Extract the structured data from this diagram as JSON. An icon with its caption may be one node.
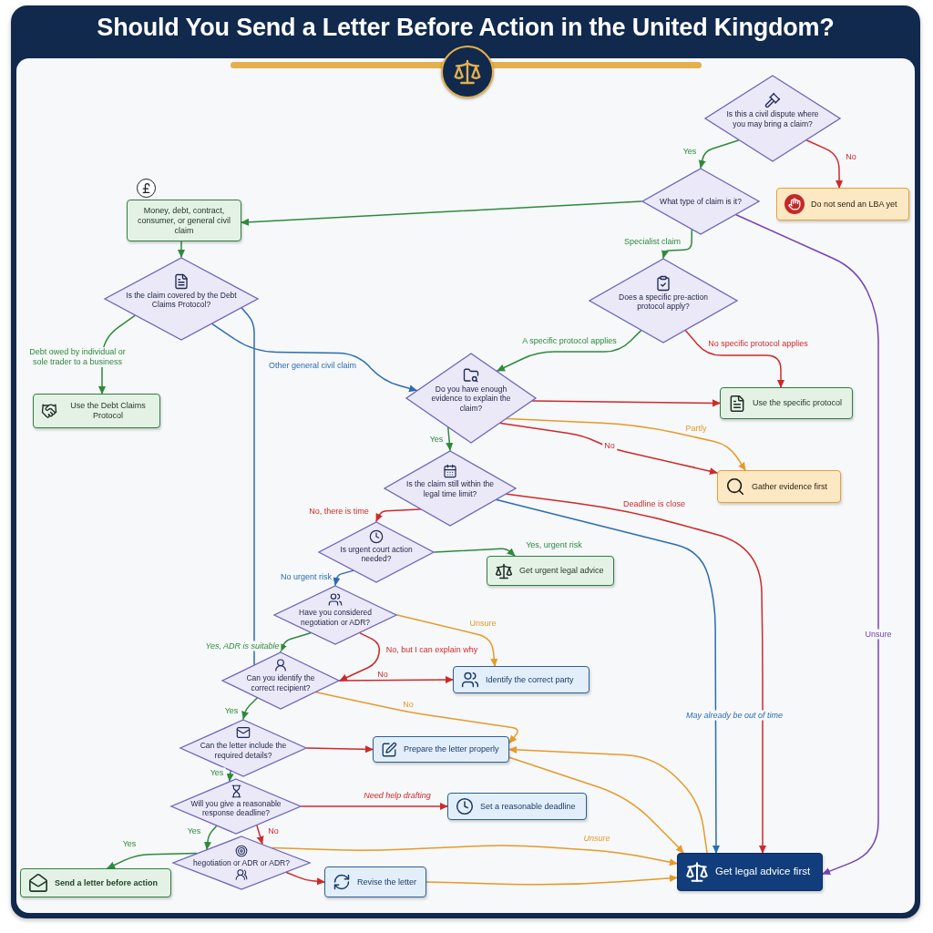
{
  "diagram": {
    "title": "Should You Send a Letter Before Action in the United Kingdom?",
    "nodes": [
      {
        "text": [
          "Is this a civil dispute where you may bring a claim?"
        ]
      },
      {
        "text": [
          "What type of claim is it?"
        ]
      },
      {
        "text": [
          "Do not send an LBA yet"
        ]
      },
      {
        "text": [
          "Money, debt, contract, consumer, or general civil claim"
        ]
      },
      {
        "text": [
          "Is the claim covered by the Debt Claims Protocol?"
        ]
      },
      {
        "text": [
          "Does a specific pre-action protocol apply?"
        ]
      },
      {
        "text": [
          "Use the Debt Claims Protocol"
        ]
      },
      {
        "text": [
          "Do you have enough evidence to explain the claim?"
        ]
      },
      {
        "text": [
          "Use the specific protocol"
        ]
      },
      {
        "text": [
          "Gather evidence first"
        ]
      },
      {
        "text": [
          "Is the claim still within the legal time limit?"
        ]
      },
      {
        "text": [
          "Is urgent court action needed?"
        ]
      },
      {
        "text": [
          "Get urgent legal advice"
        ]
      },
      {
        "text": [
          "Have you considered negotiation or ADR?"
        ]
      },
      {
        "text": [
          "Can you identify the correct recipient?"
        ]
      },
      {
        "text": [
          "Identify the correct party"
        ]
      },
      {
        "text": [
          "Can the letter include the required details?"
        ]
      },
      {
        "text": [
          "Prepare the letter properly"
        ]
      },
      {
        "text": [
          "Will you give a reasonable response deadline?"
        ]
      },
      {
        "text": [
          "Set a reasonable deadline"
        ]
      },
      {
        "text": [
          "hegotiation or ADR or ADR?"
        ]
      },
      {
        "text": [
          "Send a letter before action"
        ]
      },
      {
        "text": [
          "Revise the letter"
        ]
      },
      {
        "text": [
          "Get legal advice first"
        ]
      }
    ],
    "edges": [
      {
        "from": 0,
        "to": 1,
        "arrow": "to",
        "label": "Yes"
      },
      {
        "from": 0,
        "to": 2,
        "arrow": "to",
        "label": "No",
        "color": "#cf2a2a"
      },
      {
        "from": 1,
        "to": 3,
        "arrow": "to"
      },
      {
        "from": 1,
        "to": 5,
        "arrow": "to",
        "label": "Specialist claim"
      },
      {
        "from": 1,
        "to": 23,
        "arrow": "to",
        "label": "Unsure",
        "color": "#7442b8"
      },
      {
        "from": 3,
        "to": 4,
        "arrow": "to"
      },
      {
        "from": 4,
        "to": 6,
        "arrow": "to",
        "label": "Debt owed by individual or sole trader to a business"
      },
      {
        "from": 4,
        "to": 7,
        "arrow": "to",
        "label": "Other general civil claim",
        "color": "#2c6cb0"
      },
      {
        "from": 4,
        "to": 14,
        "arrow": "none",
        "color": "#2c6cb0"
      },
      {
        "from": 5,
        "to": 7,
        "arrow": "to",
        "label": "A specific protocol applies"
      },
      {
        "from": 5,
        "to": 8,
        "arrow": "to",
        "label": "No specific protocol applies",
        "color": "#cf2a2a"
      },
      {
        "from": 7,
        "to": 8,
        "arrow": "to",
        "color": "#cf2a2a"
      },
      {
        "from": 7,
        "to": 9,
        "arrow": "to",
        "label": "Partly",
        "color": "#e69a28"
      },
      {
        "from": 7,
        "to": 9,
        "arrow": "to",
        "label": "No",
        "color": "#cf2a2a"
      },
      {
        "from": 7,
        "to": 10,
        "arrow": "to",
        "label": "Yes"
      },
      {
        "from": 10,
        "to": 11,
        "arrow": "to",
        "label": "No, there is time",
        "color": "#cf2a2a"
      },
      {
        "from": 10,
        "to": 23,
        "arrow": "to",
        "label": "Deadline is close",
        "color": "#cf2a2a"
      },
      {
        "from": 10,
        "to": 23,
        "arrow": "to",
        "label": "May already be out of time",
        "color": "#2c6cb0"
      },
      {
        "from": 11,
        "to": 12,
        "arrow": "to",
        "label": "Yes, urgent risk"
      },
      {
        "from": 11,
        "to": 13,
        "arrow": "to",
        "label": "No urgent risk",
        "color": "#2c6cb0"
      },
      {
        "from": 13,
        "to": 14,
        "arrow": "to",
        "label": "Yes, ADR is suitable"
      },
      {
        "from": 13,
        "to": 14,
        "arrow": "to",
        "label": "No, but I can explain why",
        "color": "#cf2a2a"
      },
      {
        "from": 13,
        "to": 15,
        "arrow": "to",
        "label": "Unsure",
        "color": "#e69a28"
      },
      {
        "from": 14,
        "to": 15,
        "arrow": "to",
        "label": "No",
        "color": "#cf2a2a"
      },
      {
        "from": 14,
        "to": 17,
        "arrow": "to",
        "label": "No",
        "color": "#e69a28"
      },
      {
        "from": 14,
        "to": 16,
        "arrow": "to",
        "label": "Yes"
      },
      {
        "from": 16,
        "to": 17,
        "arrow": "to",
        "color": "#cf2a2a"
      },
      {
        "from": 16,
        "to": 18,
        "arrow": "to",
        "label": "Yes"
      },
      {
        "from": 18,
        "to": 19,
        "arrow": "to",
        "label": "Need help drafting",
        "color": "#cf2a2a"
      },
      {
        "from": 18,
        "to": 20,
        "arrow": "to",
        "label": "Yes"
      },
      {
        "from": 18,
        "to": 20,
        "arrow": "to",
        "label": "No",
        "color": "#cf2a2a"
      },
      {
        "from": 20,
        "to": 21,
        "arrow": "to",
        "label": "Yes"
      },
      {
        "from": 20,
        "to": 23,
        "arrow": "to",
        "label": "Unsure",
        "color": "#e69a28"
      },
      {
        "from": 20,
        "to": 22,
        "arrow": "to",
        "color": "#cf2a2a"
      },
      {
        "from": 22,
        "to": 23,
        "arrow": "to",
        "color": "#e69a28"
      },
      {
        "from": 17,
        "to": 23,
        "arrow": "to",
        "color": "#e69a28"
      },
      {
        "from": 23,
        "to": 17,
        "arrow": "to",
        "color": "#e69a28"
      }
    ]
  }
}
